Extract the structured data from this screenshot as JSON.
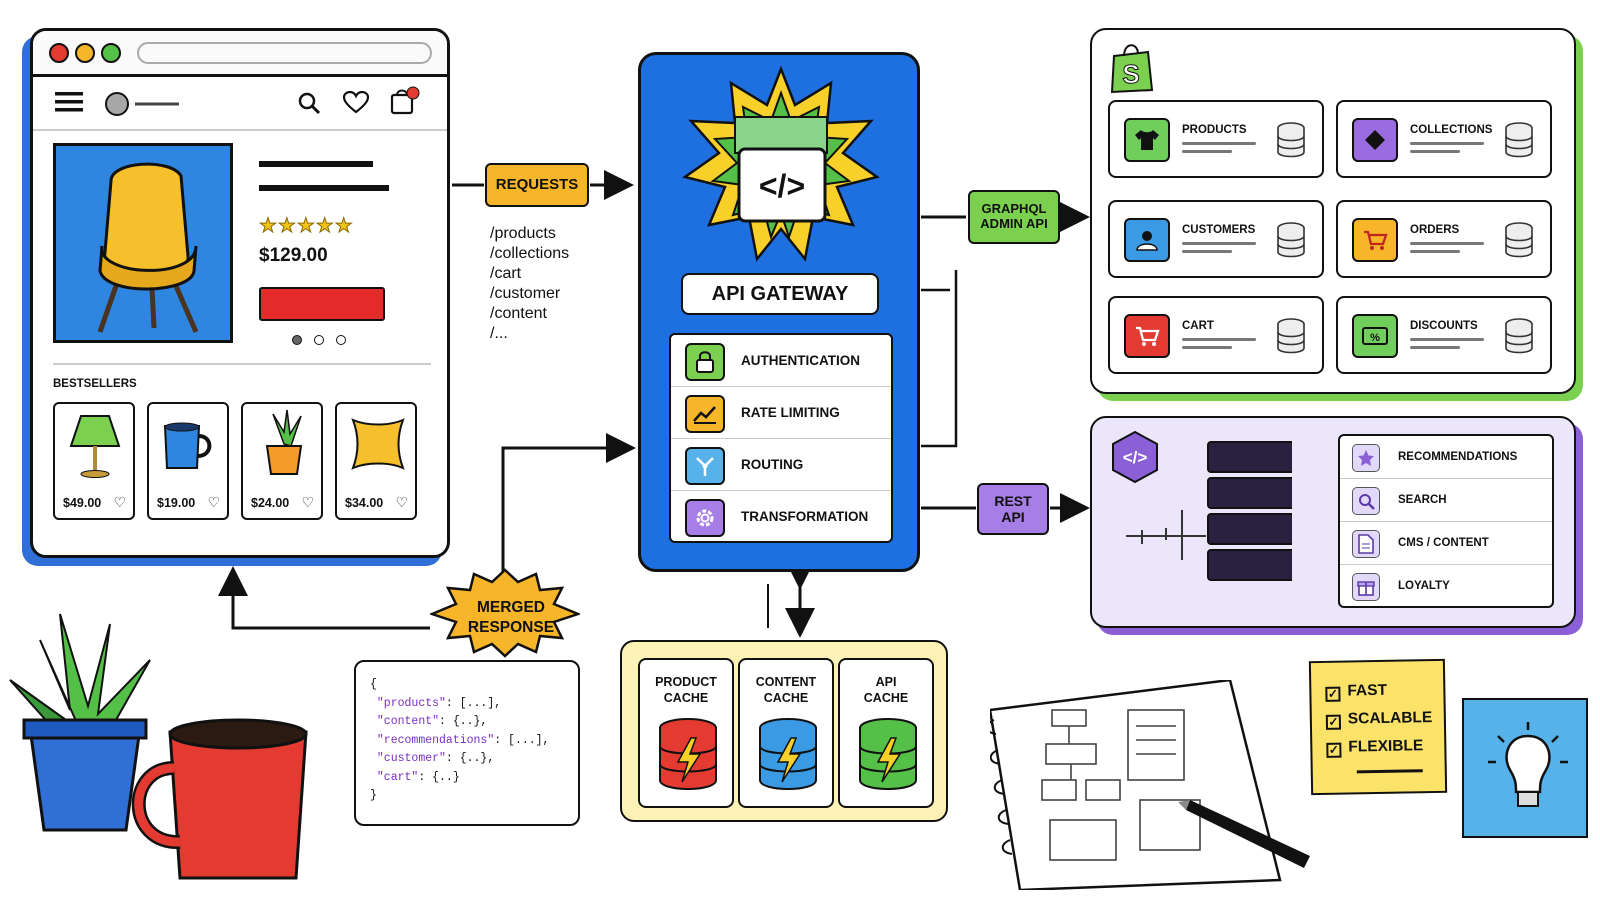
{
  "storefront": {
    "price": "$129.00",
    "stars": "★★★★★",
    "bestsellers_title": "BESTSELLERS",
    "products": [
      {
        "price": "$49.00"
      },
      {
        "price": "$19.00"
      },
      {
        "price": "$24.00"
      },
      {
        "price": "$34.00"
      }
    ]
  },
  "requests": {
    "label": "REQUESTS",
    "endpoints": [
      "/products",
      "/collections",
      "/cart",
      "/customer",
      "/content",
      "/..."
    ]
  },
  "gateway": {
    "title": "API GATEWAY",
    "code_glyph": "</>",
    "features": [
      {
        "label": "AUTHENTICATION",
        "icon": "lock-icon",
        "color": "#7bd14f"
      },
      {
        "label": "RATE LIMITING",
        "icon": "chart-icon",
        "color": "#f7b52a"
      },
      {
        "label": "ROUTING",
        "icon": "routing-icon",
        "color": "#58b2ea"
      },
      {
        "label": "TRANSFORMATION",
        "icon": "gear-icon",
        "color": "#a77de6"
      }
    ]
  },
  "graphql": {
    "line1": "GRAPHQL",
    "line2": "ADMIN API"
  },
  "rest": {
    "line1": "REST",
    "line2": "API"
  },
  "shopify": {
    "resources": [
      {
        "label": "PRODUCTS",
        "icon": "tshirt-icon",
        "color": "#6fcf5a"
      },
      {
        "label": "COLLECTIONS",
        "icon": "tag-icon",
        "color": "#9b6be0"
      },
      {
        "label": "CUSTOMERS",
        "icon": "person-icon",
        "color": "#3a9be4"
      },
      {
        "label": "ORDERS",
        "icon": "cart-icon",
        "color": "#f7b52a"
      },
      {
        "label": "CART",
        "icon": "cart-icon",
        "color": "#e33a32"
      },
      {
        "label": "DISCOUNTS",
        "icon": "discount-icon",
        "color": "#6fcf5a"
      }
    ]
  },
  "services": {
    "code_glyph": "</>",
    "items": [
      {
        "label": "RECOMMENDATIONS",
        "icon": "star-icon"
      },
      {
        "label": "SEARCH",
        "icon": "search-icon"
      },
      {
        "label": "CMS / CONTENT",
        "icon": "document-icon"
      },
      {
        "label": "LOYALTY",
        "icon": "gift-icon"
      }
    ]
  },
  "caches": [
    {
      "line1": "PRODUCT",
      "line2": "CACHE",
      "color": "#e33a32"
    },
    {
      "line1": "CONTENT",
      "line2": "CACHE",
      "color": "#3a9be4"
    },
    {
      "line1": "API",
      "line2": "CACHE",
      "color": "#55c048"
    }
  ],
  "merged": {
    "line1": "MERGED",
    "line2": "RESPONSE",
    "json_lines": [
      {
        "key": "",
        "rest": "{"
      },
      {
        "key": "\"products\"",
        "rest": ": [...],"
      },
      {
        "key": "\"content\"",
        "rest": ": {..},"
      },
      {
        "key": "\"recommendations\"",
        "rest": ": [...],"
      },
      {
        "key": "\"customer\"",
        "rest": ": {..},"
      },
      {
        "key": "\"cart\"",
        "rest": ": {..}"
      },
      {
        "key": "",
        "rest": "}"
      }
    ]
  },
  "checklist": {
    "check_glyph": "✓",
    "items": [
      "FAST",
      "SCALABLE",
      "FLEXIBLE"
    ]
  }
}
